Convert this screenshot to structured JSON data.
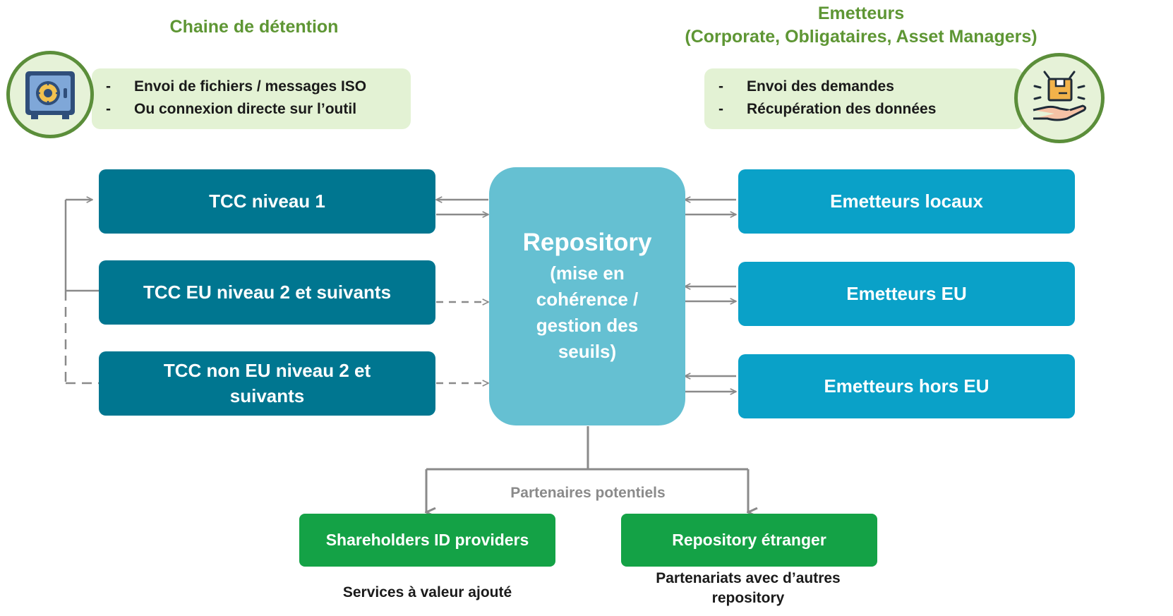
{
  "left_section": {
    "title": "Chaine de détention",
    "notes": [
      "Envoi de fichiers / messages ISO",
      "Ou connexion directe sur l’outil"
    ],
    "icon": "safe-icon"
  },
  "right_section": {
    "title_line1": "Emetteurs",
    "title_line2": "(Corporate, Obligataires, Asset Managers)",
    "notes": [
      "Envoi des demandes",
      "Récupération des données"
    ],
    "icon": "package-in-hand-icon"
  },
  "tcc_boxes": [
    "TCC niveau 1",
    "TCC EU niveau 2 et suivants",
    "TCC non EU niveau 2 et suivants"
  ],
  "emetteurs_boxes": [
    "Emetteurs locaux",
    "Emetteurs EU",
    "Emetteurs hors EU"
  ],
  "repository": {
    "title": "Repository",
    "subtitle": "(mise en cohérence / gestion des seuils)"
  },
  "partners": {
    "label": "Partenaires potentiels",
    "boxes": [
      "Shareholders ID providers",
      "Repository étranger"
    ],
    "captions": [
      "Services à valeur ajouté",
      "Partenariats avec d’autres repository"
    ]
  },
  "colors": {
    "accent_green": "#5e9634",
    "note_bg": "#e3f2d4",
    "tcc_box": "#007690",
    "emetteurs_box": "#0aa1c8",
    "repository_box": "#65c0d2",
    "partner_box": "#14a246",
    "connector": "#8a8a8a"
  }
}
